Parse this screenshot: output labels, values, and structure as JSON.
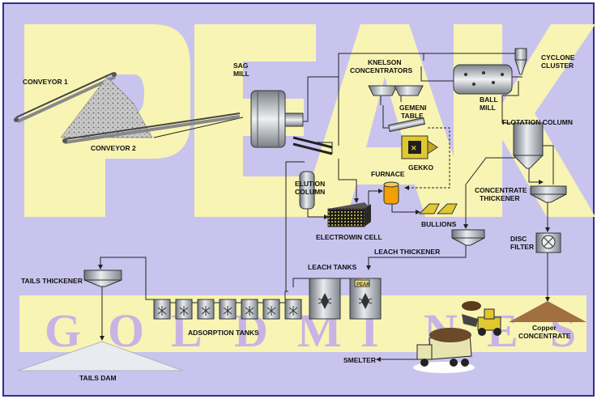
{
  "colors": {
    "background": "#c9c4ee",
    "border": "#2f2f8f",
    "watermark_band": "#fbf7b0",
    "watermark_text": "#c8b4e4",
    "steel": "#9aa0a8",
    "gekko": "#e0c830",
    "furnace": "#f0a000",
    "ore": "#b0b0b0",
    "concentrate": "#a07040"
  },
  "watermark": {
    "logo": "PEAK",
    "letters": [
      "G",
      "O",
      "L",
      "D",
      "M",
      "I",
      "N",
      "E",
      "S"
    ]
  },
  "labels": {
    "conveyor1": "CONVEYOR 1",
    "conveyor2": "CONVEYOR 2",
    "sag_mill_line1": "SAG",
    "sag_mill_line2": "MILL",
    "knelson_line1": "KNELSON",
    "knelson_line2": "CONCENTRATORS",
    "cyclone_line1": "CYCLONE",
    "cyclone_line2": "CLUSTER",
    "ball_mill_line1": "BALL",
    "ball_mill_line2": "MILL",
    "gemeni_line1": "GEMENI",
    "gemeni_line2": "TABLE",
    "gekko": "GEKKO",
    "flotation_column": "FLOTATION COLUMN",
    "elution_line1": "ELUTION",
    "elution_line2": "COLUMN",
    "furnace": "FURNACE",
    "concentrate_thickener_line1": "CONCENTRATE",
    "concentrate_thickener_line2": "THICKENER",
    "bullions": "BULLIONS",
    "electrowin_cell": "ELECTROWIN CELL",
    "leach_thickener": "LEACH THICKENER",
    "disc_filter_line1": "DISC",
    "disc_filter_line2": "FILTER",
    "tails_thickener": "TAILS THICKENER",
    "leach_tanks": "LEACH TANKS",
    "adsorption_tanks": "ADSORPTION TANKS",
    "copper_concentrate_line1": "Copper",
    "copper_concentrate_line2": "CONCENTRATE",
    "smelter": "SMELTER",
    "tails_dam": "TAILS DAM"
  },
  "icons": {
    "mill": "rotating-drum",
    "cyclone": "hydrocyclone",
    "thickener": "conical-tank",
    "loader": "front-loader-truck",
    "dump_truck": "dump-truck",
    "tank_mark": "peak-logo-mark"
  },
  "tank_logo": "PEAK"
}
